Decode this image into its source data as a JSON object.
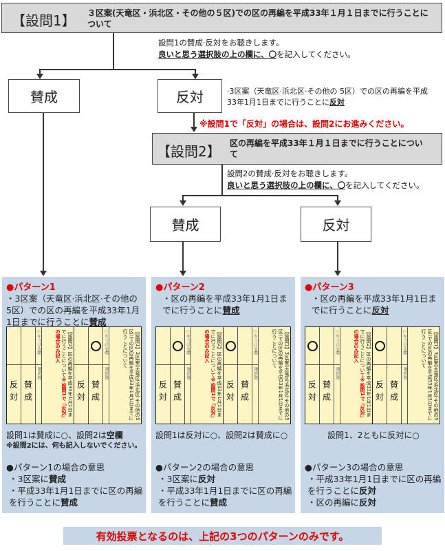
{
  "q1": {
    "label": "【設問1】",
    "text": "３区案(天竜区・浜北区・その他の５区)での区の再編を平成33年１月１日までに行うことについて",
    "note1": "設問1の賛成·反対をお聴きします。",
    "note2_u": "良いと思う選択肢の上の欄に、〇",
    "note2_rest": "を記入してください。",
    "yes": "賛成",
    "no": "反対",
    "no_desc": "·3区案（天竜区·浜北区·その他の 5区）での区の再編を平成33年1月1日までに行うことに",
    "no_desc_b": "反対",
    "goto": "※設問1で「反対」の場合は、設問2にお進みください。"
  },
  "q2": {
    "label": "【設問2】",
    "text": "区の再編を平成33年１月１日までに行うことについて",
    "note1": "設問2の賛成·反対をお聴きします。",
    "note2_u": "良いと思う選択肢の上の欄に、〇",
    "note2_rest": "を記入してください。",
    "yes": "賛成",
    "no": "反対"
  },
  "ballot": {
    "no": "反対",
    "yes": "賛成",
    "mark_col": "○をつける欄",
    "choice": "選択肢",
    "q1_text": "【設問1】3区案(天竜区·浜北区·その他の5区)での区の再編を平成33年1月1日までに行うことについて",
    "q2_text": "【設問2】区の再編を平成33年1月1日までに行うことについて",
    "q2_note": "※設問1で「反対」の場合のみ記入"
  },
  "patterns": [
    {
      "title": "●パターン1",
      "desc": "・3区案（天竜区·浜北区·その他の5区）での区の再編を平成33年1月1日までに行うことに",
      "desc_b": "賛成",
      "foot": "設問1は賛成に○、設問2は",
      "foot_b": "空欄",
      "foot_note": "※設問2には、何も記入しないでください。",
      "intent_title": "●パターン1の場合の意思",
      "i1": "・3区案に",
      "i1b": "賛成",
      "i2": "・平成33年1月1日までに区の再編を行うことに",
      "i2b": "賛成"
    },
    {
      "title": "●パターン2",
      "desc": "・区の再編を平成33年1月1日までに行うことに",
      "desc_b": "賛成",
      "foot": "設問1は反対に○、設問2は賛成に○",
      "intent_title": "●パターン2の場合の意思",
      "i1": "・3区案に",
      "i1b": "反対",
      "i2": "・平成33年1月1日までに区の再編を行うことに",
      "i2b": "賛成"
    },
    {
      "title": "●パターン3",
      "desc": "・区の再編を平成33年1月1日までに行うことに",
      "desc_b": "反対",
      "foot": "設問1、2ともに反対に○",
      "intent_title": "●パターン3の場合の意思",
      "i1": "・平成33年1月1日までに区の再編を行うことに",
      "i1b": "反対",
      "i2": "・区の再編に",
      "i2b": "反対"
    }
  ],
  "footer": "有効投票となるのは、上記の3つのパターンのみです。",
  "colors": {
    "panel": "#c6d6e6",
    "red": "#e00000",
    "gray": "#d9d9d9",
    "ballot": "#fdf5c4"
  }
}
